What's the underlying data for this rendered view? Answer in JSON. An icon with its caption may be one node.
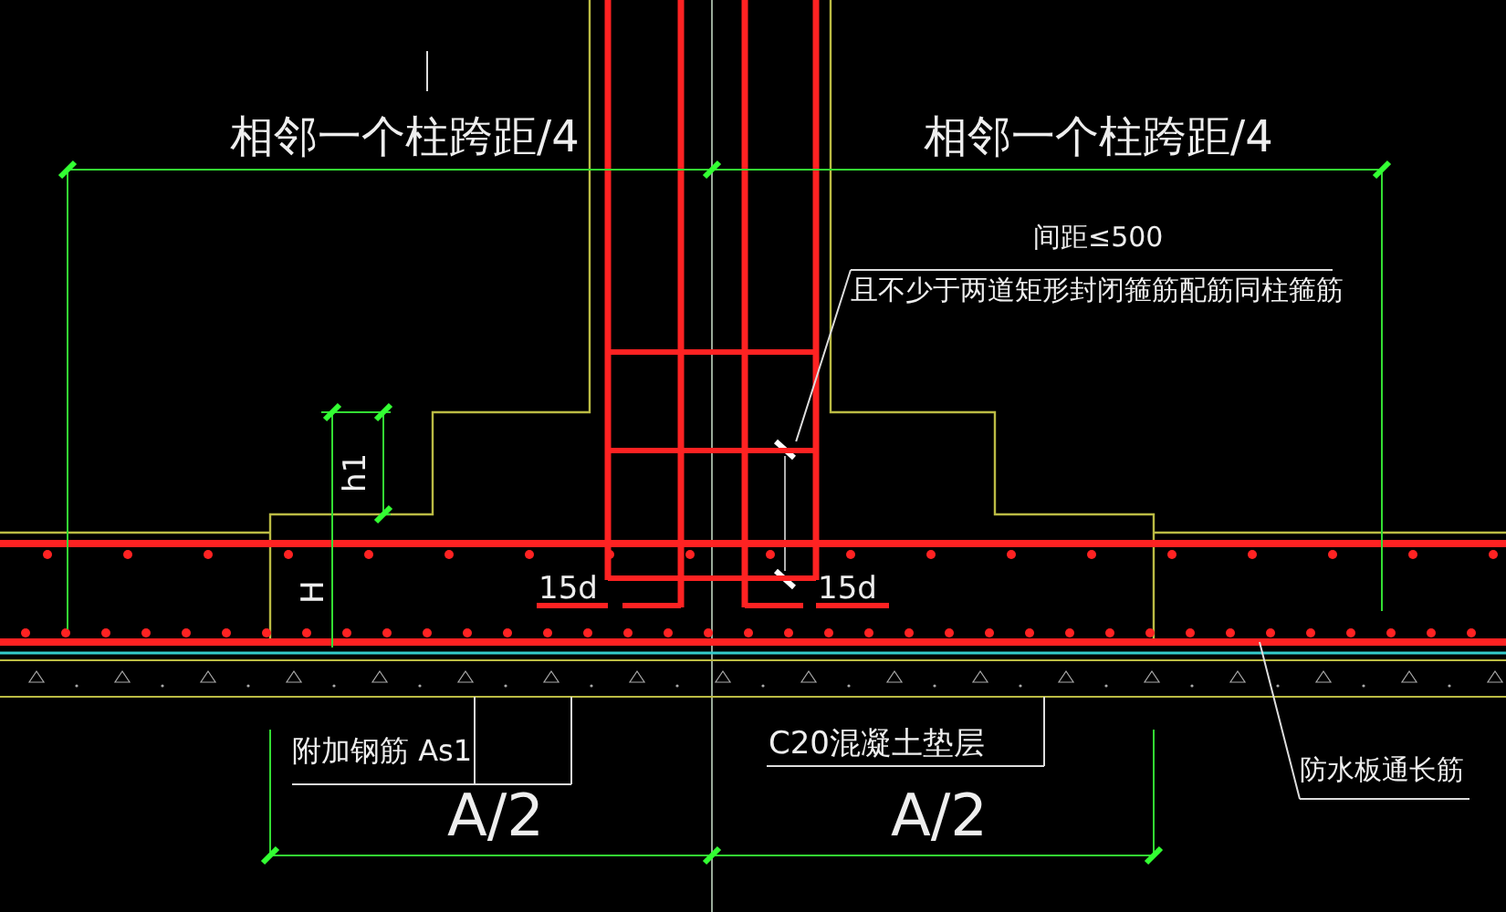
{
  "diagram": {
    "nodes": [
      {
        "text": [
          "附加钢筋 As1"
        ]
      },
      {
        "text": [
          "C20混凝土垫层"
        ]
      },
      {
        "text": [
          "防水板通长筋"
        ]
      },
      {
        "text": [
          "间距≤500",
          "且不少于两道矩形封闭箍筋配筋同柱箍筋"
        ]
      },
      {
        "text": [],
        "shape": "box"
      },
      {
        "text": [],
        "shape": "bar"
      },
      {
        "text": [],
        "shape": "bar"
      }
    ],
    "edges": [
      {
        "from": 0,
        "to": 6,
        "arrow": "none"
      },
      {
        "from": 1,
        "to": 6,
        "arrow": "none"
      },
      {
        "from": 2,
        "to": 5,
        "arrow": "none"
      },
      {
        "from": 3,
        "to": 4,
        "arrow": "none"
      }
    ],
    "labels": [
      "相邻一个柱跨距/4",
      "相邻一个柱跨距/4",
      "h1",
      "H",
      "15d",
      "15d",
      "A/2",
      "A/2"
    ]
  }
}
